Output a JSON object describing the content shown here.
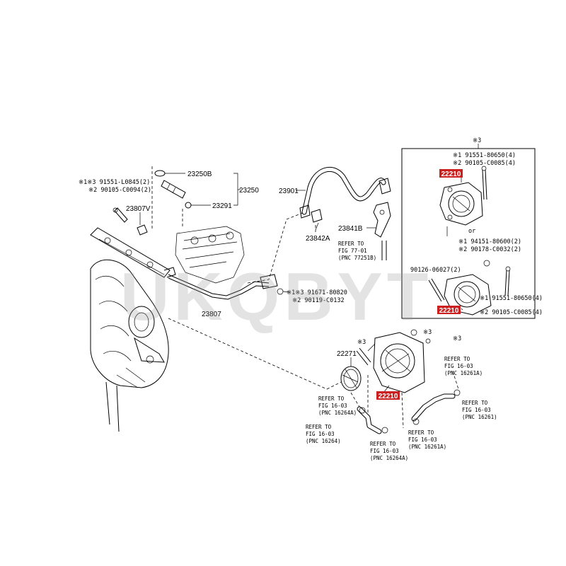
{
  "watermark": "UKQBYT",
  "highlight_color": "#cc1f1f",
  "callouts": {
    "c23250b": "23250B",
    "c23250": "23250",
    "c23291": "23291",
    "c23807v": "23807V",
    "c23807": "23807",
    "c23901": "23901",
    "c23842a": "23842A",
    "c23841b": "23841B",
    "c22271": "22271",
    "c22210_main": "22210",
    "c22210_box_a": "22210",
    "c22210_box_b": "22210"
  },
  "notes": {
    "top_left_1": "※1※3 91551-L0845(2)",
    "top_left_2": "※2 90105-C0094(2)",
    "mid_1": "※1※3 91671-80820",
    "mid_2": "※2 90119-C0132",
    "box_star3": "※3",
    "box_a_1": "※1 91551-80650(4)",
    "box_a_2": "※2 90105-C0085(4)",
    "box_or": "or",
    "box_or_1": "※1  94151-80600(2)",
    "box_or_2": "※2  90178-C0032(2)",
    "box_b_left": "90126-06027(2)",
    "box_b_1": "※1  91551-80650(4)",
    "box_b_2": "※2  90105-C0085(4)",
    "star3_a": "※3",
    "star3_b": "※3",
    "star3_c": "※3"
  },
  "refs": {
    "ref_77": [
      "REFER TO",
      "FIG 77-01",
      "(PNC 77251B)"
    ],
    "ref_16264a_upper": [
      "REFER TO",
      "FIG 16-03",
      "(PNC 16264A)"
    ],
    "ref_16264": [
      "REFER TO",
      "FIG 16-03",
      "(PNC 16264)"
    ],
    "ref_16264a_lower": [
      "REFER TO",
      "FIG 16-03",
      "(PNC 16264A)"
    ],
    "ref_16261a_upper": [
      "REFER TO",
      "FIG 16-03",
      "(PNC 16261A)"
    ],
    "ref_16261": [
      "REFER TO",
      "FIG 16-03",
      "(PNC 16261)"
    ],
    "ref_16261a_lower": [
      "REFER TO",
      "FIG 16-03",
      "(PNC 16261A)"
    ]
  }
}
